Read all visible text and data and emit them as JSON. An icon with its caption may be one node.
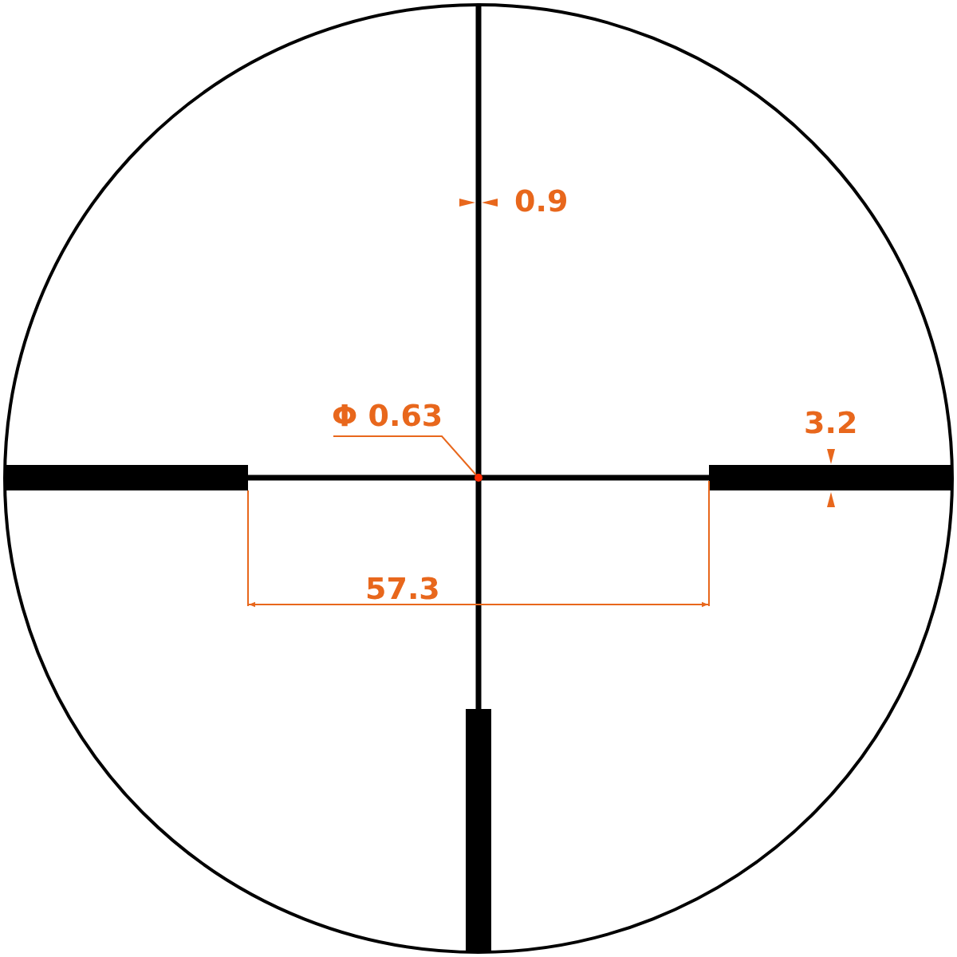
{
  "diagram": {
    "nodes": [
      {
        "text": [
          "Φ 0.63"
        ]
      },
      {
        "text": [],
        "shape": "circle"
      }
    ],
    "edges": [
      {
        "from": 0,
        "to": 1,
        "arrow": "none"
      }
    ],
    "labels": [
      "0.9",
      "3.2",
      "57.3"
    ]
  }
}
